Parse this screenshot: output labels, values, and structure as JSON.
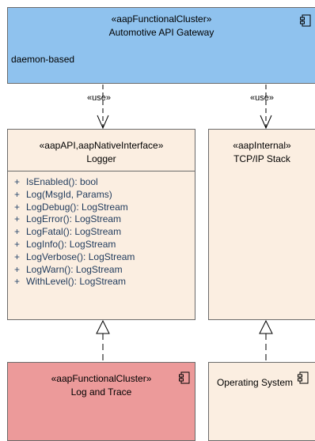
{
  "gateway": {
    "stereotype": "«aapFunctionalCluster»",
    "name": "Automotive API Gateway",
    "note": "daemon-based"
  },
  "logger": {
    "stereotype": "«aapAPI,aapNativeInterface»",
    "name": "Logger",
    "operations": [
      "IsEnabled(): bool",
      "Log(MsgId, Params)",
      "LogDebug(): LogStream",
      "LogError(): LogStream",
      "LogFatal(): LogStream",
      "LogInfo(): LogStream",
      "LogVerbose(): LogStream",
      "LogWarn(): LogStream",
      "WithLevel(): LogStream"
    ],
    "visibility": "+"
  },
  "tcp": {
    "stereotype": "«aapInternal»",
    "name": "TCP/IP Stack"
  },
  "logtrace": {
    "stereotype": "«aapFunctionalCluster»",
    "name": "Log and Trace"
  },
  "os": {
    "name": "Operating System"
  },
  "links": {
    "use_left": "«use»",
    "use_right": "«use»"
  },
  "icons": {
    "component": "component-icon"
  }
}
